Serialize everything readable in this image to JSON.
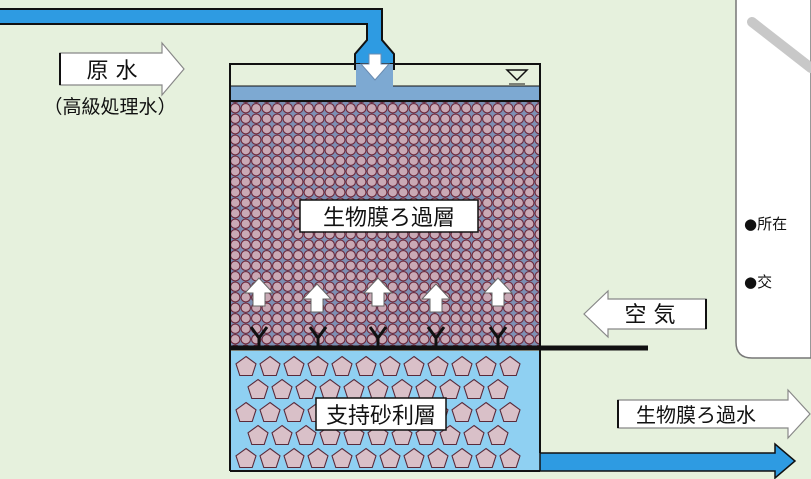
{
  "labels": {
    "raw_water": "原 水",
    "raw_water_sub": "（高級処理水）",
    "filter_layer": "生物膜ろ過層",
    "air": "空 気",
    "gravel_layer": "支持砂利層",
    "filtered_water": "生物膜ろ過水",
    "location": "●所在",
    "access": "●交"
  },
  "colors": {
    "background": "#e6f1dd",
    "pipe": "#2e9be2",
    "water_top": "#7da9d2",
    "filter_fill": "#7e8fb3",
    "bead_fill": "#c9a9b5",
    "bead_stroke": "#6c2a3d",
    "gravel_water": "#8fd0f2",
    "pentagon_fill": "#d9c0c8",
    "arrow_fill": "#ffffff",
    "outline": "#111111"
  },
  "icons": {
    "inlet_arrow": "arrow-down-icon",
    "aeration_arrows": "arrow-up-icon",
    "diffuser": "y-nozzle-icon"
  }
}
